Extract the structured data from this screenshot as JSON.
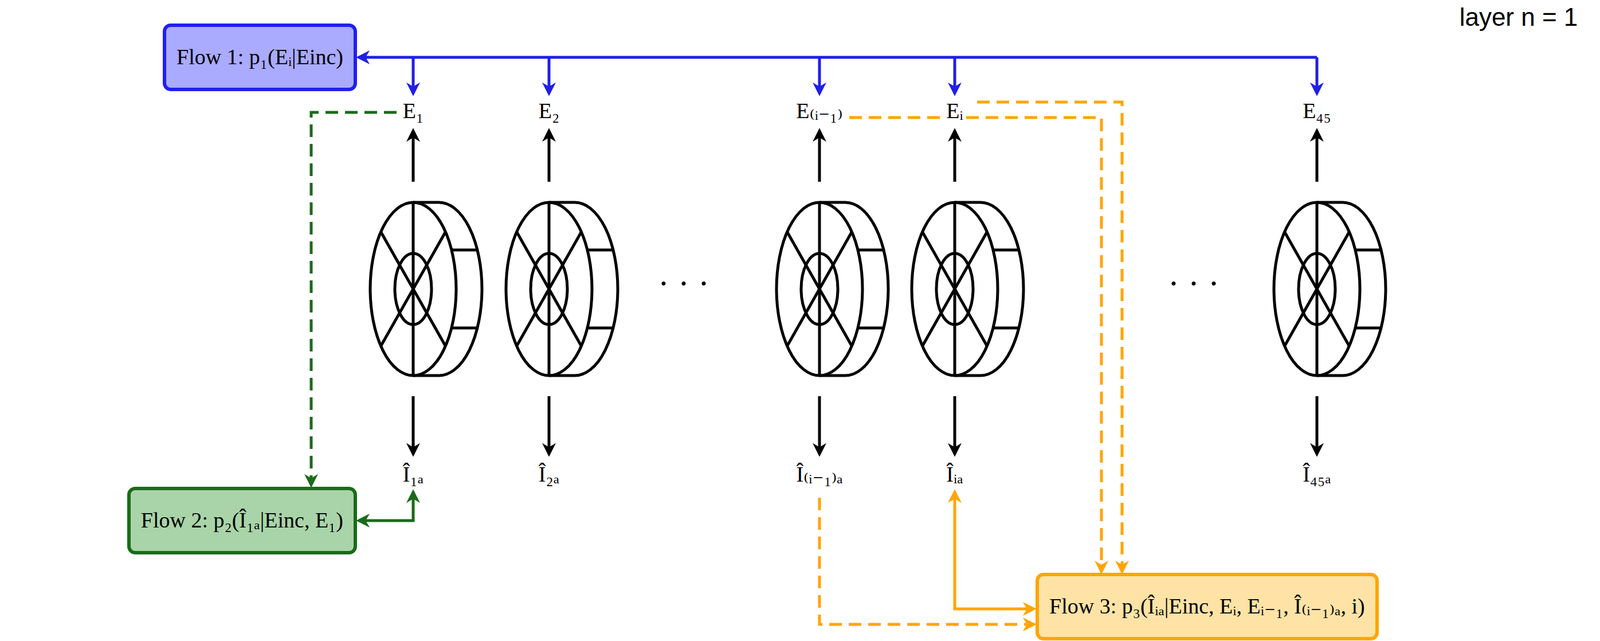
{
  "diagram": {
    "nodes": [
      {
        "text": [
          "Flow 1: p₁(Eᵢ|Einc)"
        ]
      },
      {
        "text": [
          "Flow 2: p₂(Î₁ₐ|Einc, E₁)"
        ]
      },
      {
        "text": [
          "Flow 3: p₃(Îᵢₐ|Einc, Eᵢ, Eᵢ₋₁, Î₍ᵢ₋₁₎ₐ, i)"
        ]
      }
    ],
    "labels": [
      "layer n = 1",
      "E₁",
      "E₂",
      "E₍ᵢ₋₁₎",
      "Eᵢ",
      "E₄₅",
      "· · ·",
      "· · ·",
      "Î₁ₐ",
      "Î₂ₐ",
      "Î₍ᵢ₋₁₎ₐ",
      "Îᵢₐ",
      "Î₄₅ₐ"
    ]
  }
}
